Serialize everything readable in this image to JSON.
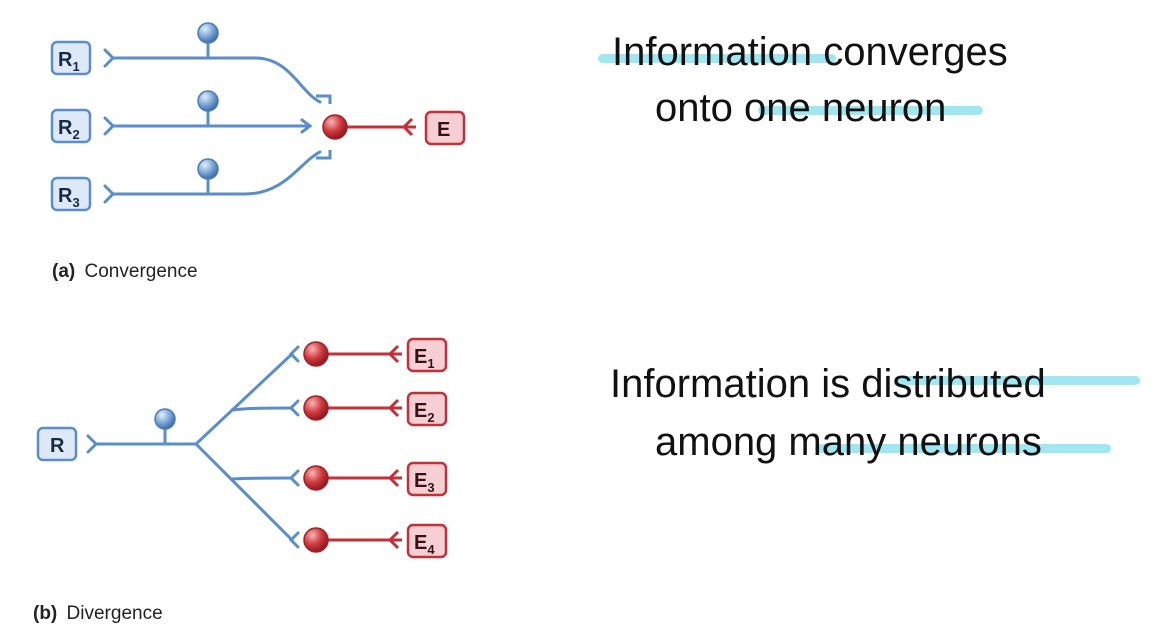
{
  "panels": {
    "convergence": {
      "letter": "(a)",
      "name": "Convergence",
      "receptors": [
        {
          "letter": "R",
          "sub": "1"
        },
        {
          "letter": "R",
          "sub": "2"
        },
        {
          "letter": "R",
          "sub": "3"
        }
      ],
      "effector": {
        "letter": "E",
        "sub": ""
      }
    },
    "divergence": {
      "letter": "(b)",
      "name": "Divergence",
      "receptor": {
        "letter": "R",
        "sub": ""
      },
      "effectors": [
        {
          "letter": "E",
          "sub": "1"
        },
        {
          "letter": "E",
          "sub": "2"
        },
        {
          "letter": "E",
          "sub": "3"
        },
        {
          "letter": "E",
          "sub": "4"
        }
      ]
    }
  },
  "captions": {
    "convergence_line1": "Information converges",
    "convergence_line2": "onto one neuron",
    "divergence_line1": "Information is distributed",
    "divergence_line2": "among many neurons"
  },
  "colors": {
    "sensory_neuron": "#5b8ec9",
    "efferent_neuron": "#c2313a",
    "receptor_box_fill": "#dde9f7",
    "effector_box_fill": "#f5cfd3",
    "annotation_highlight": "#8fe3ef"
  }
}
